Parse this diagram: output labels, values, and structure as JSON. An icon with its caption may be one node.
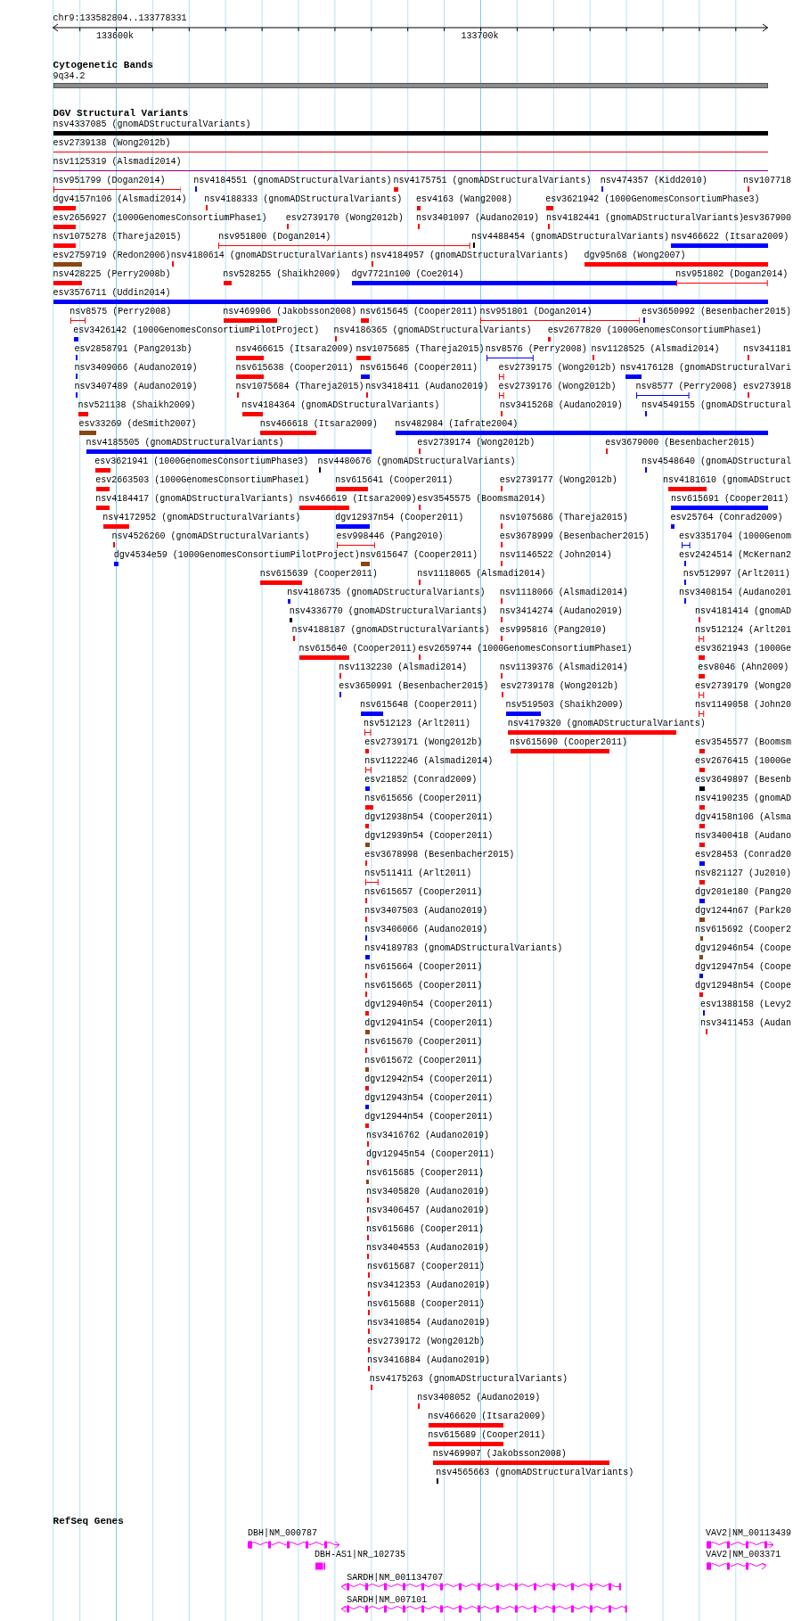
{
  "diagram": {
    "labels": [
      "chr9:133582804..133778331",
      "133600k",
      "133700k",
      "Cytogenetic Bands",
      "9q34.2",
      "DGV Structural Variants",
      "nsv4337085 (gnomADStructuralVariants)",
      "esv2739138 (Wong2012b)",
      "nsv1125319 (Alsmadi2014)",
      "nsv951799 (Dogan2014)",
      "nsv4184551 (gnomADStructuralVariants)",
      "nsv4175751 (gnomADStructuralVariants)",
      "nsv474357 (Kidd2010)",
      "nsv107718",
      "dgv4157n106 (Alsmadi2014)",
      "nsv4188333 (gnomADStructuralVariants)",
      "esv4163 (Wang2008)",
      "esv3621942 (1000GenomesConsortiumPhase3)",
      "esv2656927 (1000GenomesConsortiumPhase1)",
      "esv2739170 (Wong2012b)",
      "nsv3401097 (Audano2019)",
      "nsv4182441 (gnomADStructuralVariants)",
      "esv367900",
      "nsv1075278 (Thareja2015)",
      "nsv951800 (Dogan2014)",
      "nsv4488454 (gnomADStructuralVariants)",
      "nsv466622 (Itsara2009)",
      "esv2759719 (Redon2006)",
      "nsv4180614 (gnomADStructuralVariants)",
      "nsv4184957 (gnomADStructuralVariants)",
      "dgv95n68 (Wong2007)",
      "nsv428225 (Perry2008b)",
      "nsv528255 (Shaikh2009)",
      "dgv7721n100 (Coe2014)",
      "nsv951802 (Dogan2014)",
      "esv3576711 (Uddin2014)",
      "nsv8575 (Perry2008)",
      "nsv469906 (Jakobsson2008)",
      "nsv615645 (Cooper2011)",
      "nsv951801 (Dogan2014)",
      "esv3650992 (Besenbacher2015)",
      "esv3426142 (1000GenomesConsortiumPilotProject)",
      "nsv4186365 (gnomADStructuralVariants)",
      "esv2677820 (1000GenomesConsortiumPhase1)",
      "esv2858791 (Pang2013b)",
      "nsv466615 (Itsara2009)",
      "nsv1075685 (Thareja2015)",
      "nsv8576 (Perry2008)",
      "nsv1128525 (Alsmadi2014)",
      "nsv341181",
      "nsv3409066 (Audano2019)",
      "nsv615638 (Cooper2011)",
      "nsv615646 (Cooper2011)",
      "esv2739175 (Wong2012b)",
      "nsv4176128 (gnomADStructuralVari",
      "nsv3407489 (Audano2019)",
      "nsv1075684 (Thareja2015)",
      "nsv3418411 (Audano2019)",
      "esv2739176 (Wong2012b)",
      "nsv8577 (Perry2008)",
      "esv273918",
      "nsv521138 (Shaikh2009)",
      "nsv4184364 (gnomADStructuralVariants)",
      "nsv3415268 (Audano2019)",
      "nsv4549155 (gnomADStructural",
      "esv33269 (deSmith2007)",
      "nsv466618 (Itsara2009)",
      "nsv482984 (Iafrate2004)",
      "nsv4185505 (gnomADStructuralVariants)",
      "esv2739174 (Wong2012b)",
      "esv3679000 (Besenbacher2015)",
      "esv3621941 (1000GenomesConsortiumPhase3)",
      "nsv4480676 (gnomADStructuralVariants)",
      "nsv4548640 (gnomADStructural",
      "esv2663503 (1000GenomesConsortiumPhase1)",
      "nsv615641 (Cooper2011)",
      "esv2739177 (Wong2012b)",
      "nsv4181610 (gnomADStruct",
      "nsv4184417 (gnomADStructuralVariants)",
      "nsv466619 (Itsara2009)",
      "esv3545575 (Boomsma2014)",
      "nsv615691 (Cooper2011)",
      "nsv4172952 (gnomADStructuralVariants)",
      "dgv12937n54 (Cooper2011)",
      "nsv1075686 (Thareja2015)",
      "esv25764 (Conrad2009)",
      "nsv4526260 (gnomADStructuralVariants)",
      "esv998446 (Pang2010)",
      "esv3678999 (Besenbacher2015)",
      "esv3351704 (1000Genom",
      "dgv4534e59 (1000GenomesConsortiumPilotProject)",
      "nsv615647 (Cooper2011)",
      "nsv1146522 (John2014)",
      "esv2424514 (McKernan2",
      "nsv615639 (Cooper2011)",
      "nsv1118065 (Alsmadi2014)",
      "nsv512997 (Arlt2011)",
      "nsv4186735 (gnomADStructuralVariants)",
      "nsv1118066 (Alsmadi2014)",
      "nsv3408154 (Audano201",
      "nsv4336770 (gnomADStructuralVariants)",
      "nsv3414274 (Audano2019)",
      "nsv4181414 (gnomAD",
      "nsv4188187 (gnomADStructuralVariants)",
      "esv995816 (Pang2010)",
      "nsv512124 (Arlt201",
      "nsv615640 (Cooper2011)",
      "esv2659744 (1000GenomesConsortiumPhase1)",
      "esv3621943 (1000Ge",
      "nsv1132230 (Alsmadi2014)",
      "nsv1139376 (Alsmadi2014)",
      "esv8046 (Ahn2009)",
      "esv3650991 (Besenbacher2015)",
      "esv2739178 (Wong2012b)",
      "esv2739179 (Wong20",
      "nsv615648 (Cooper2011)",
      "nsv519503 (Shaikh2009)",
      "nsv1149058 (John20",
      "nsv512123 (Arlt2011)",
      "nsv4179320 (gnomADStructuralVariants)",
      "esv2739171 (Wong2012b)",
      "nsv615690 (Cooper2011)",
      "esv3545577 (Boomsm",
      "nsv1122246 (Alsmadi2014)",
      "esv2676415 (1000Ge",
      "esv21852 (Conrad2009)",
      "esv3649897 (Besenb",
      "nsv615656 (Cooper2011)",
      "nsv4190235 (gnomAD",
      "dgv12938n54 (Cooper2011)",
      "dgv4158n106 (Alsma",
      "dgv12939n54 (Cooper2011)",
      "nsv3400418 (Audano",
      "esv3678998 (Besenbacher2015)",
      "esv28453 (Conrad20",
      "nsv511411 (Arlt2011)",
      "nsv821127 (Ju2010)",
      "nsv615657 (Cooper2011)",
      "dgv201e180 (Pang20",
      "nsv3407503 (Audano2019)",
      "dgv1244n67 (Park20",
      "nsv3406066 (Audano2019)",
      "nsv615692 (Cooper2",
      "nsv4189783 (gnomADStructuralVariants)",
      "dgv12946n54 (Coope",
      "nsv615664 (Cooper2011)",
      "dgv12947n54 (Coope",
      "nsv615665 (Cooper2011)",
      "dgv12948n54 (Coope",
      "dgv12940n54 (Cooper2011)",
      "esv1388158 (Levy2",
      "dgv12941n54 (Cooper2011)",
      "nsv3411453 (Audan",
      "nsv615670 (Cooper2011)",
      "nsv615672 (Cooper2011)",
      "dgv12942n54 (Cooper2011)",
      "dgv12943n54 (Cooper2011)",
      "dgv12944n54 (Cooper2011)",
      "nsv3416762 (Audano2019)",
      "dgv12945n54 (Cooper2011)",
      "nsv615685 (Cooper2011)",
      "nsv3405820 (Audano2019)",
      "nsv3406457 (Audano2019)",
      "nsv615686 (Cooper2011)",
      "nsv3404553 (Audano2019)",
      "nsv615687 (Cooper2011)",
      "nsv3412353 (Audano2019)",
      "nsv615688 (Cooper2011)",
      "nsv3410854 (Audano2019)",
      "esv2739172 (Wong2012b)",
      "nsv3416884 (Audano2019)",
      "nsv4175263 (gnomADStructuralVariants)",
      "nsv3408052 (Audano2019)",
      "nsv466620 (Itsara2009)",
      "nsv615689 (Cooper2011)",
      "nsv469907 (Jakobsson2008)",
      "nsv4565663 (gnomADStructuralVariants)",
      "RefSeq Genes",
      "DBH|NM_000787",
      "VAV2|NM_00113439",
      "DBH-AS1|NR_102735",
      "VAV2|NM_003371",
      "SARDH|NM_001134707",
      "SARDH|NM_007101"
    ]
  }
}
